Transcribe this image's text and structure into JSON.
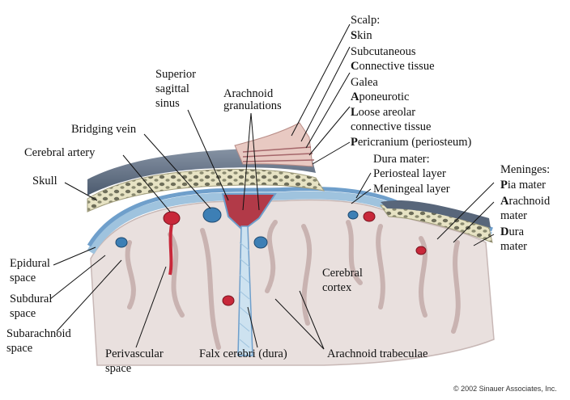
{
  "labels": {
    "scalp_header": "Scalp:",
    "skin": "Skin",
    "subcutaneous": "Subcutaneous",
    "connective_tissue": "Connective tissue",
    "galea": "Galea",
    "aponeurotic": "Aponeurotic",
    "loose_areolar": "Loose areolar",
    "loose_connective": "connective tissue",
    "pericranium": "Pericranium (periosteum)",
    "superior_sagittal_1": "Superior",
    "superior_sagittal_2": "sagittal",
    "superior_sagittal_3": "sinus",
    "arachnoid_gran_1": "Arachnoid",
    "arachnoid_gran_2": "granulations",
    "bridging_vein": "Bridging vein",
    "cerebral_artery": "Cerebral artery",
    "skull": "Skull",
    "dura_header": "Dura mater:",
    "periosteal_layer": "Periosteal layer",
    "meningeal_layer": "Meningeal layer",
    "meninges_header": "Meninges:",
    "pia_mater": "Pia mater",
    "arachnoid_mater_1": "Arachnoid",
    "arachnoid_mater_2": "mater",
    "dura_mater_1": "Dura",
    "dura_mater_2": "mater",
    "epidural_1": "Epidural",
    "epidural_2": "space",
    "subdural_1": "Subdural",
    "subdural_2": "space",
    "subarachnoid_1": "Subarachnoid",
    "subarachnoid_2": "space",
    "perivascular_1": "Perivascular",
    "perivascular_2": "space",
    "falx": "Falx cerebri (dura)",
    "trabeculae": "Arachnoid trabeculae",
    "cerebral_cortex_1": "Cerebral",
    "cerebral_cortex_2": "cortex"
  },
  "copyright": "© 2002 Sinauer Associates, Inc.",
  "colors": {
    "cortex": "#e9e0de",
    "gyrus_border": "#c8b8b6",
    "meninges_blue": "#9fc3de",
    "dura_blue": "#6f9fcb",
    "skull_fill": "#e7e3c4",
    "skull_dots": "#6e6e5a",
    "scalp_dark": "#58667a",
    "artery_red": "#c8283a",
    "vein_blue": "#3d7fb5",
    "skin_pink": "#e8c9c2"
  }
}
